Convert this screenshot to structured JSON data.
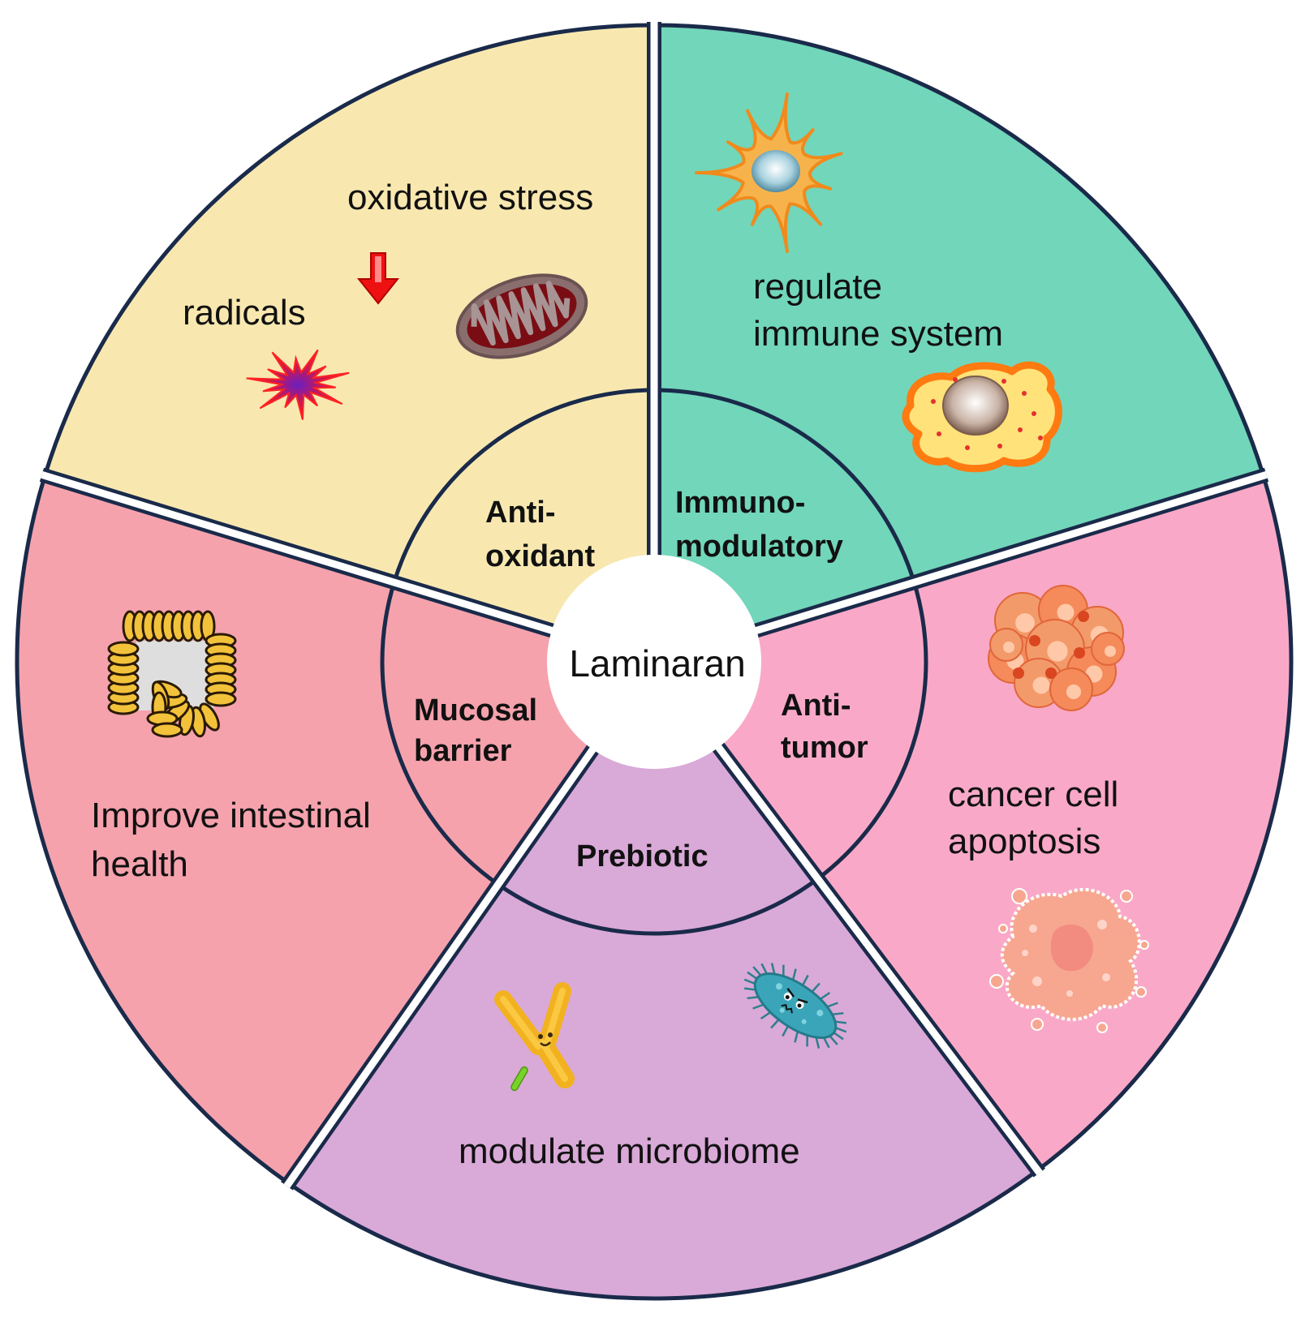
{
  "center": {
    "label": "Laminaran"
  },
  "segments": {
    "antioxidant": {
      "inner_lines": [
        "Anti-",
        "oxidant"
      ],
      "texts": {
        "oxidative": "oxidative stress",
        "radicals": "radicals"
      },
      "fill": "#f8e8b0",
      "icons": [
        "down-arrow-icon",
        "mitochondrion-icon",
        "free-radical-icon"
      ]
    },
    "immunomodulatory": {
      "inner_lines": [
        "Immuno-",
        "modulatory"
      ],
      "outer_lines": [
        "regulate",
        "immune system"
      ],
      "fill": "#72d6ba",
      "icons": [
        "dendritic-cell-icon",
        "macrophage-icon"
      ]
    },
    "antitumor": {
      "inner_lines": [
        "Anti-",
        "tumor"
      ],
      "outer_lines": [
        "cancer cell",
        "apoptosis"
      ],
      "fill": "#f9a9c7",
      "icons": [
        "tumor-cluster-icon",
        "apoptotic-cell-icon"
      ]
    },
    "prebiotic": {
      "inner_lines": [
        "Prebiotic"
      ],
      "outer_lines": [
        "modulate microbiome"
      ],
      "fill": "#d9a9d8",
      "icons": [
        "bifidobacterium-icon",
        "pathogen-bacterium-icon",
        "small-rod-bacterium-icon"
      ]
    },
    "mucosal": {
      "inner_lines": [
        "Mucosal",
        "barrier"
      ],
      "outer_lines": [
        "Improve intestinal",
        "health"
      ],
      "fill": "#f5a2ad",
      "icons": [
        "intestine-icon"
      ]
    }
  },
  "colors": {
    "outline": "#1a2a4a",
    "separator": "#ffffff",
    "center_fill": "#ffffff",
    "arrow": "#ee1111"
  }
}
